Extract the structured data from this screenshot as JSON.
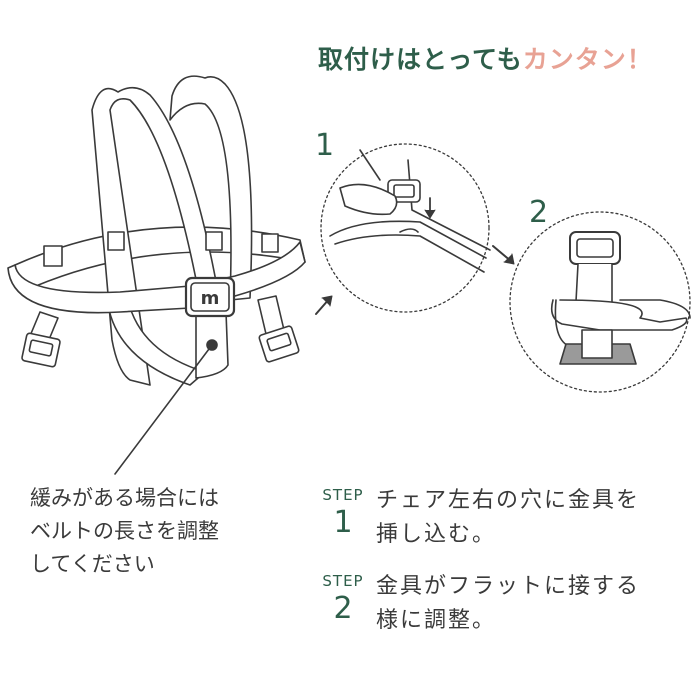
{
  "title": {
    "part1": "取付けはとっても",
    "part2": "カンタン！"
  },
  "steps_diagram": {
    "label1": "1",
    "label2": "2"
  },
  "harness_logo": "m",
  "note_lines": [
    "緩みがある場合には",
    "ベルトの長さを調整",
    "してください"
  ],
  "steps": [
    {
      "word": "STEP",
      "number": "1",
      "lines": [
        "チェア左右の穴に金具を",
        "挿し込む。"
      ]
    },
    {
      "word": "STEP",
      "number": "2",
      "lines": [
        "金具がフラットに接する",
        "様に調整。"
      ]
    }
  ],
  "colors": {
    "green": "#2e5e4a",
    "pink": "#e8a294",
    "line": "#3a3a3a",
    "plate": "#9a9a9a"
  }
}
